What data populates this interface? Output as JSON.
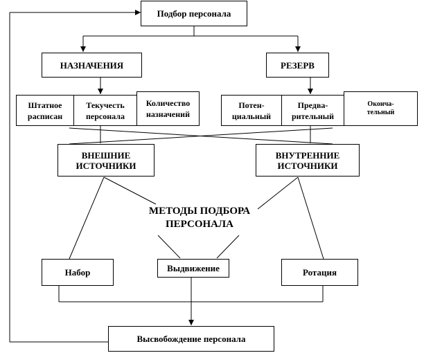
{
  "nodes": {
    "selection": "Подбор персонала",
    "appointments": "НАЗНАЧЕНИЯ",
    "reserve": "РЕЗЕРВ",
    "staffing": "Штатное\nрасписан",
    "turnover": "Текучесть\nперсонала",
    "appointments_count": "Количество\nназначений",
    "potential": "Потен-\nциальный",
    "preliminary": "Предва-\nрительный",
    "final": "Оконча-\nтельный",
    "external_sources": "ВНЕШНИЕ\nИСТОЧНИКИ",
    "internal_sources": "ВНУТРЕННИЕ\nИСТОЧНИКИ",
    "methods": "МЕТОДЫ ПОДБОРА\nПЕРСОНАЛА",
    "recruitment": "Набор",
    "promotion": "Выдвижение",
    "rotation": "Ротация",
    "release": "Высвобождение персонала"
  }
}
